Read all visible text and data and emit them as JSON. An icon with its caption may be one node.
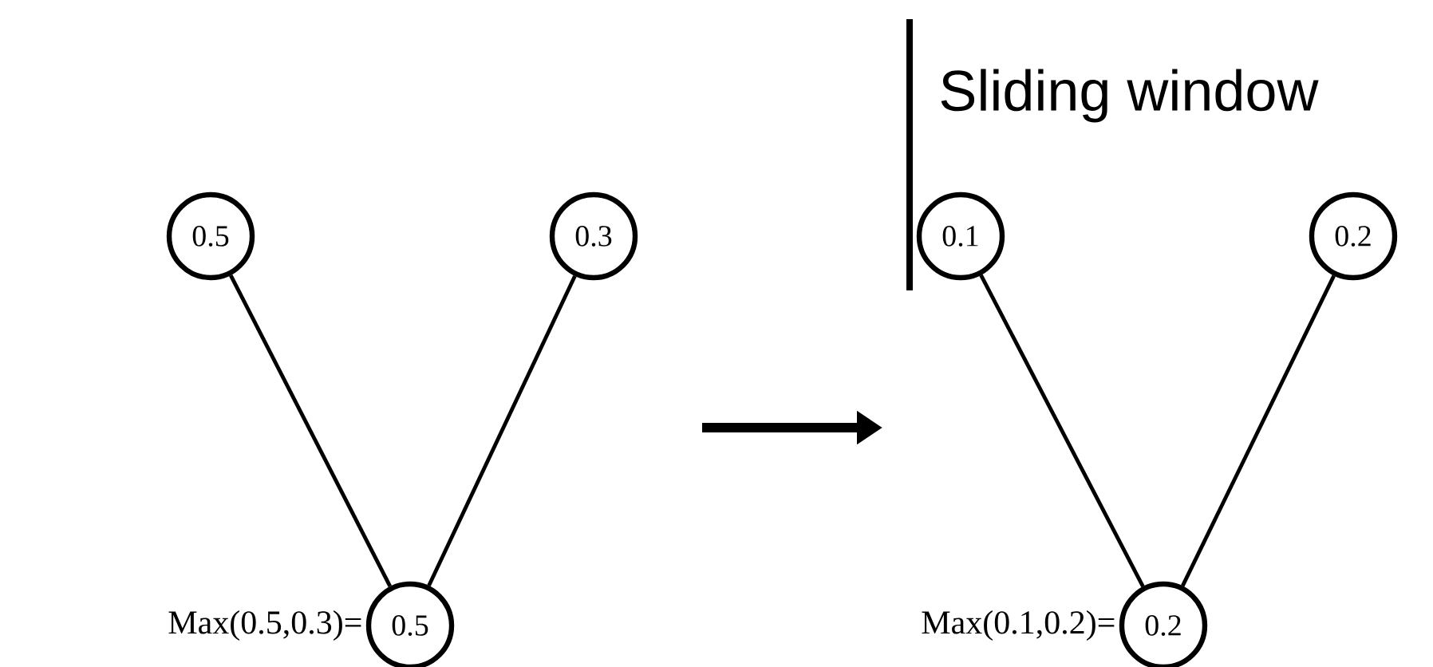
{
  "diagram": {
    "nodes": [
      {
        "text": [
          "0.5"
        ]
      },
      {
        "text": [
          "0.3"
        ]
      },
      {
        "text": [
          "0.5"
        ],
        "beside": [
          "Max(0.5,0.3)="
        ]
      },
      {
        "text": [
          "0.1"
        ]
      },
      {
        "text": [
          "0.2"
        ]
      },
      {
        "text": [
          "0.2"
        ],
        "beside": [
          "Max(0.1,0.2)="
        ]
      }
    ],
    "edges": [
      {
        "from": 0,
        "to": 2,
        "arrow": "none"
      },
      {
        "from": 1,
        "to": 2,
        "arrow": "none"
      },
      {
        "from": 3,
        "to": 5,
        "arrow": "none"
      },
      {
        "from": 4,
        "to": 5,
        "arrow": "none"
      }
    ],
    "labels": [
      "Sliding window"
    ]
  }
}
